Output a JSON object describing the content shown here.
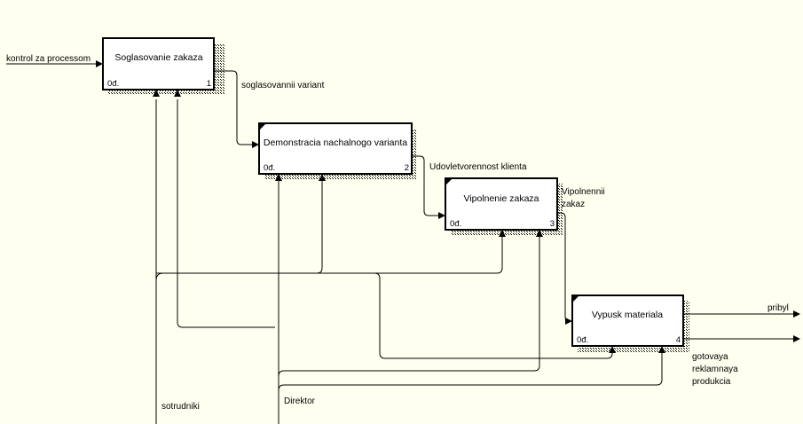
{
  "colors": {
    "background": "#fffff0",
    "line": "#000000",
    "box_fill": "#ffffff"
  },
  "activities": [
    {
      "title": "Soglasovanie zakaza",
      "cost": "0đ.",
      "number": "1"
    },
    {
      "title": "Demonstracia nachalnogo varianta",
      "cost": "0đ.",
      "number": "2"
    },
    {
      "title": "Vipolnenie zakaza",
      "cost": "0đ.",
      "number": "3"
    },
    {
      "title": "Vypusk materiala",
      "cost": "0đ.",
      "number": "4"
    }
  ],
  "arrows": {
    "kontrol": "kontrol za processom",
    "soglasovannii": "soglasovannii variant",
    "udovletvorennost": "Udovletvorennost klienta",
    "vipolnennii_1": "Vipolnennii",
    "vipolnennii_2": "zakaz",
    "pribyl": "pribyl",
    "gotovaya_1": "gotovaya",
    "gotovaya_2": "reklamnaya",
    "gotovaya_3": "produkcia",
    "sotrudniki": "sotrudniki",
    "direktor": "Direktor"
  }
}
